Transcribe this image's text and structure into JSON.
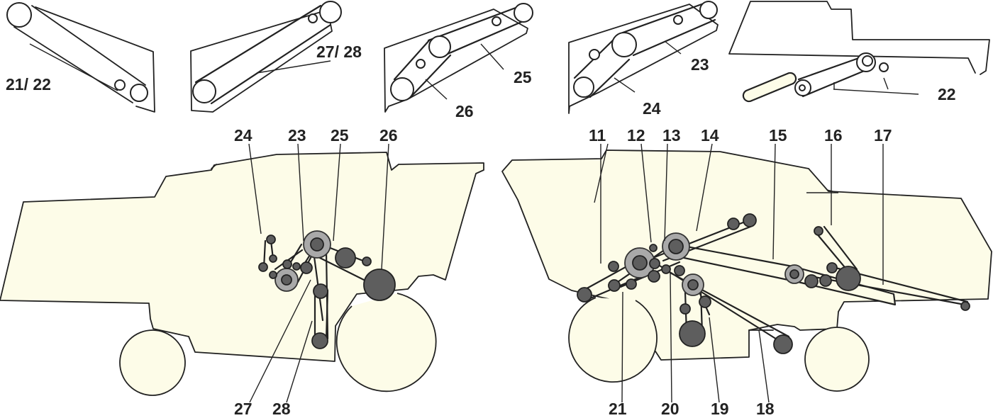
{
  "detail_labels": {
    "d1": "21/ 22",
    "d2": "27/ 28",
    "d3": "25",
    "d4": "26",
    "d5": "23",
    "d6": "24",
    "d7": "22"
  },
  "left_side_labels": {
    "top": [
      "24",
      "23",
      "25",
      "26"
    ],
    "bottom": [
      "27",
      "28"
    ]
  },
  "right_side_labels": {
    "top": [
      "11",
      "12",
      "13",
      "14",
      "15",
      "16",
      "17"
    ],
    "bottom": [
      "21",
      "20",
      "19",
      "18"
    ]
  },
  "colors": {
    "machine_body": "#fdfce8",
    "outline": "#222222",
    "pulley_dark": "#5e5e5e",
    "pulley_grey": "#a9a9a9"
  }
}
